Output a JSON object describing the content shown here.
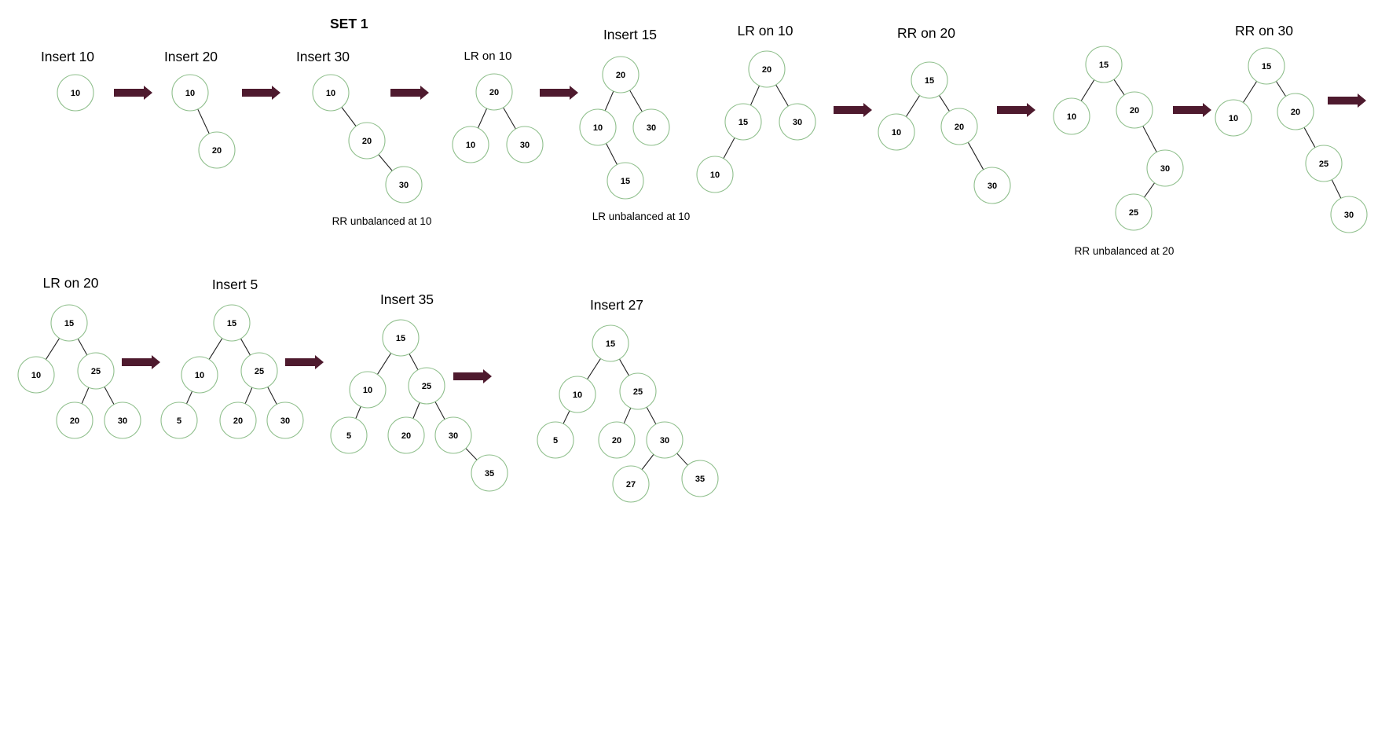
{
  "title": "SET 1",
  "colors": {
    "node_stroke": "#8fbf8c",
    "arrow_fill": "#4e1a2e",
    "edge": "#222222"
  },
  "steps": [
    {
      "label": "Insert 10",
      "nodes": [
        {
          "v": "10"
        }
      ],
      "edges": []
    },
    {
      "label": "Insert 20",
      "nodes": [
        {
          "v": "10"
        },
        {
          "v": "20"
        }
      ],
      "edges": [
        [
          0,
          1
        ]
      ]
    },
    {
      "label": "Insert 30",
      "note": "RR unbalanced at 10",
      "nodes": [
        {
          "v": "10"
        },
        {
          "v": "20"
        },
        {
          "v": "30"
        }
      ],
      "edges": [
        [
          0,
          1
        ],
        [
          1,
          2
        ]
      ]
    },
    {
      "label": "LR on 10",
      "small": true,
      "nodes": [
        {
          "v": "20"
        },
        {
          "v": "10"
        },
        {
          "v": "30"
        }
      ],
      "edges": [
        [
          0,
          1
        ],
        [
          0,
          2
        ]
      ]
    },
    {
      "label": "Insert 15",
      "note": "LR unbalanced at 10",
      "nodes": [
        {
          "v": "20"
        },
        {
          "v": "10"
        },
        {
          "v": "30"
        },
        {
          "v": "15"
        }
      ],
      "edges": [
        [
          0,
          1
        ],
        [
          0,
          2
        ],
        [
          1,
          3
        ]
      ]
    },
    {
      "label": "LR on 10",
      "nodes": [
        {
          "v": "20"
        },
        {
          "v": "15"
        },
        {
          "v": "30"
        },
        {
          "v": "10"
        }
      ],
      "edges": [
        [
          0,
          1
        ],
        [
          0,
          2
        ],
        [
          1,
          3
        ]
      ]
    },
    {
      "label": "RR on 20",
      "nodes": [
        {
          "v": "15"
        },
        {
          "v": "10"
        },
        {
          "v": "20"
        },
        {
          "v": "30"
        }
      ],
      "edges": [
        [
          0,
          1
        ],
        [
          0,
          2
        ],
        [
          2,
          3
        ]
      ]
    },
    {
      "label": "",
      "note": "RR unbalanced at 20",
      "nodes": [
        {
          "v": "15"
        },
        {
          "v": "10"
        },
        {
          "v": "20"
        },
        {
          "v": "30"
        },
        {
          "v": "25"
        }
      ],
      "edges": [
        [
          0,
          1
        ],
        [
          0,
          2
        ],
        [
          2,
          3
        ],
        [
          3,
          4
        ]
      ]
    },
    {
      "label": "RR on 30",
      "nodes": [
        {
          "v": "15"
        },
        {
          "v": "10"
        },
        {
          "v": "20"
        },
        {
          "v": "25"
        },
        {
          "v": "30"
        }
      ],
      "edges": [
        [
          0,
          1
        ],
        [
          0,
          2
        ],
        [
          2,
          3
        ],
        [
          3,
          4
        ]
      ]
    },
    {
      "label": "LR on 20",
      "nodes": [
        {
          "v": "15"
        },
        {
          "v": "10"
        },
        {
          "v": "25"
        },
        {
          "v": "20"
        },
        {
          "v": "30"
        }
      ],
      "edges": [
        [
          0,
          1
        ],
        [
          0,
          2
        ],
        [
          2,
          3
        ],
        [
          2,
          4
        ]
      ]
    },
    {
      "label": "Insert 5",
      "nodes": [
        {
          "v": "15"
        },
        {
          "v": "10"
        },
        {
          "v": "25"
        },
        {
          "v": "5"
        },
        {
          "v": "20"
        },
        {
          "v": "30"
        }
      ],
      "edges": [
        [
          0,
          1
        ],
        [
          0,
          2
        ],
        [
          1,
          3
        ],
        [
          2,
          4
        ],
        [
          2,
          5
        ]
      ]
    },
    {
      "label": "Insert 35",
      "nodes": [
        {
          "v": "15"
        },
        {
          "v": "10"
        },
        {
          "v": "25"
        },
        {
          "v": "5"
        },
        {
          "v": "20"
        },
        {
          "v": "30"
        },
        {
          "v": "35"
        }
      ],
      "edges": [
        [
          0,
          1
        ],
        [
          0,
          2
        ],
        [
          1,
          3
        ],
        [
          2,
          4
        ],
        [
          2,
          5
        ],
        [
          5,
          6
        ]
      ]
    },
    {
      "label": "Insert 27",
      "nodes": [
        {
          "v": "15"
        },
        {
          "v": "10"
        },
        {
          "v": "25"
        },
        {
          "v": "5"
        },
        {
          "v": "20"
        },
        {
          "v": "30"
        },
        {
          "v": "27"
        },
        {
          "v": "35"
        }
      ],
      "edges": [
        [
          0,
          1
        ],
        [
          0,
          2
        ],
        [
          1,
          3
        ],
        [
          2,
          4
        ],
        [
          2,
          5
        ],
        [
          5,
          6
        ],
        [
          5,
          7
        ]
      ]
    }
  ]
}
